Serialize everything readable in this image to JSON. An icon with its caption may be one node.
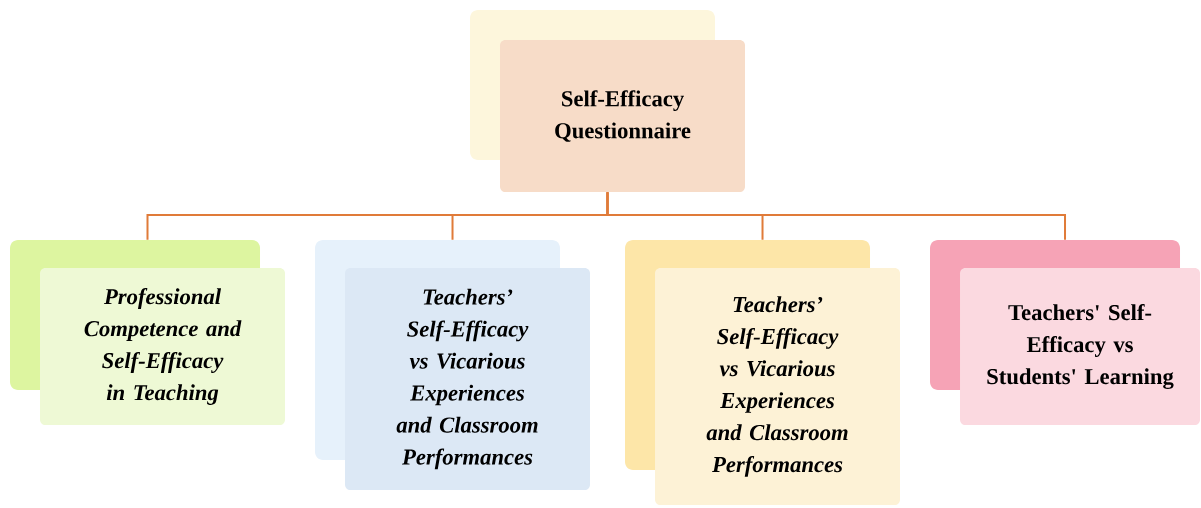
{
  "diagram": {
    "nodes": [
      {
        "text": [
          "Self-Efficacy Questionnaire"
        ]
      },
      {
        "text": [
          "Professional Competence and Self-Efficacy in Teaching"
        ]
      },
      {
        "text": [
          "Teachers’ Self-Efficacy vs Vicarious Experiences and Classroom Performances"
        ]
      },
      {
        "text": [
          "Teachers’ Self-Efficacy vs Vicarious Experiences and Classroom Performances"
        ]
      },
      {
        "text": [
          "Teachers' Self-Efficacy vs Students' Learning"
        ]
      }
    ],
    "edges": [
      {
        "from": 0,
        "to": 1,
        "arrow": "none"
      },
      {
        "from": 0,
        "to": 2,
        "arrow": "none"
      },
      {
        "from": 0,
        "to": 3,
        "arrow": "none"
      },
      {
        "from": 0,
        "to": 4,
        "arrow": "none"
      }
    ]
  }
}
